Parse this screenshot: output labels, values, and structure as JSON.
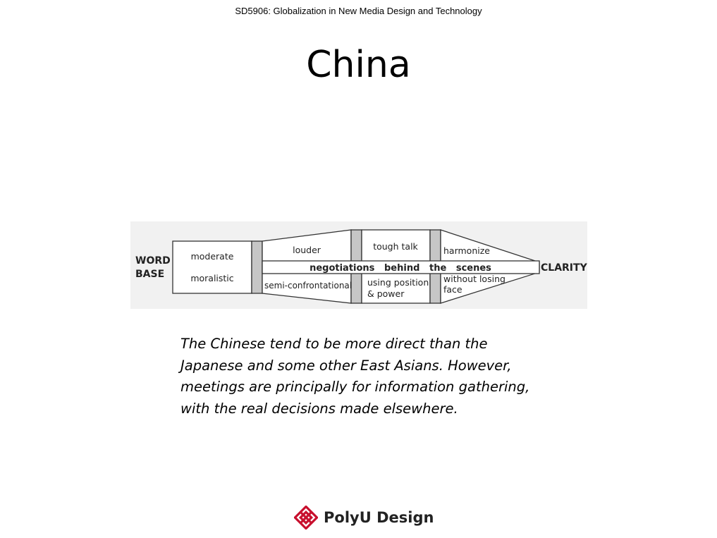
{
  "header": {
    "course": "SD5906:  Globalization in New Media Design and Technology"
  },
  "title": "China",
  "diagram": {
    "left_label_line1": "WORD",
    "left_label_line2": "BASE",
    "right_label": "CLARITY",
    "band_text": "negotiations   behind   the   scenes",
    "box1_top": "moderate",
    "box1_bottom": "moralistic",
    "box2_top": "louder",
    "box2_bottom": "semi-confrontational",
    "box3_top": "tough talk",
    "box3_bottom_line1": "using position",
    "box3_bottom_line2": "& power",
    "box4_top": "harmonize",
    "box4_bottom_line1": "without losing",
    "box4_bottom_line2": "face"
  },
  "body": {
    "lines": [
      "The Chinese tend to be more direct than the",
      "Japanese and some other East Asians. However,",
      "meetings are principally for information gathering,",
      "with the real decisions made elsewhere."
    ]
  },
  "footer": {
    "logo_text": "PolyU Design",
    "logo_color": "#c8102e",
    "logo_icon": "polyu-logo-icon"
  }
}
